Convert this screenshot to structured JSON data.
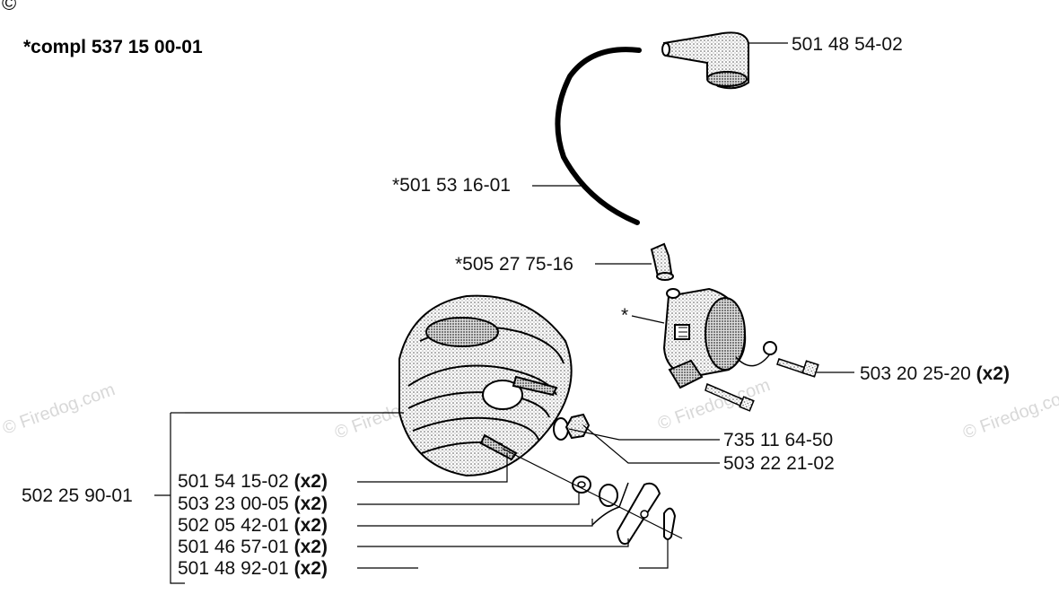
{
  "header": {
    "copyright": "©",
    "title": "*compl 537 15 00-01"
  },
  "watermark": "© Firedog.com",
  "callouts": {
    "cap": "501 48 54-02",
    "wire": "*501 53 16-01",
    "terminal": "*505 27 75-16",
    "coil_star": "*",
    "screw_a": "503 20 25-20",
    "screw_a_qty": "(x2)",
    "washer": "735 11 64-50",
    "nut": "503 22 21-02",
    "kit": "502 25 90-01"
  },
  "kit_parts": [
    {
      "number": "501 54 15-02",
      "qty": "(x2)"
    },
    {
      "number": "503 23 00-05",
      "qty": "(x2)"
    },
    {
      "number": "502 05 42-01",
      "qty": "(x2)"
    },
    {
      "number": "501 46 57-01",
      "qty": "(x2)"
    },
    {
      "number": "501 48 92-01",
      "qty": "(x2)"
    }
  ]
}
